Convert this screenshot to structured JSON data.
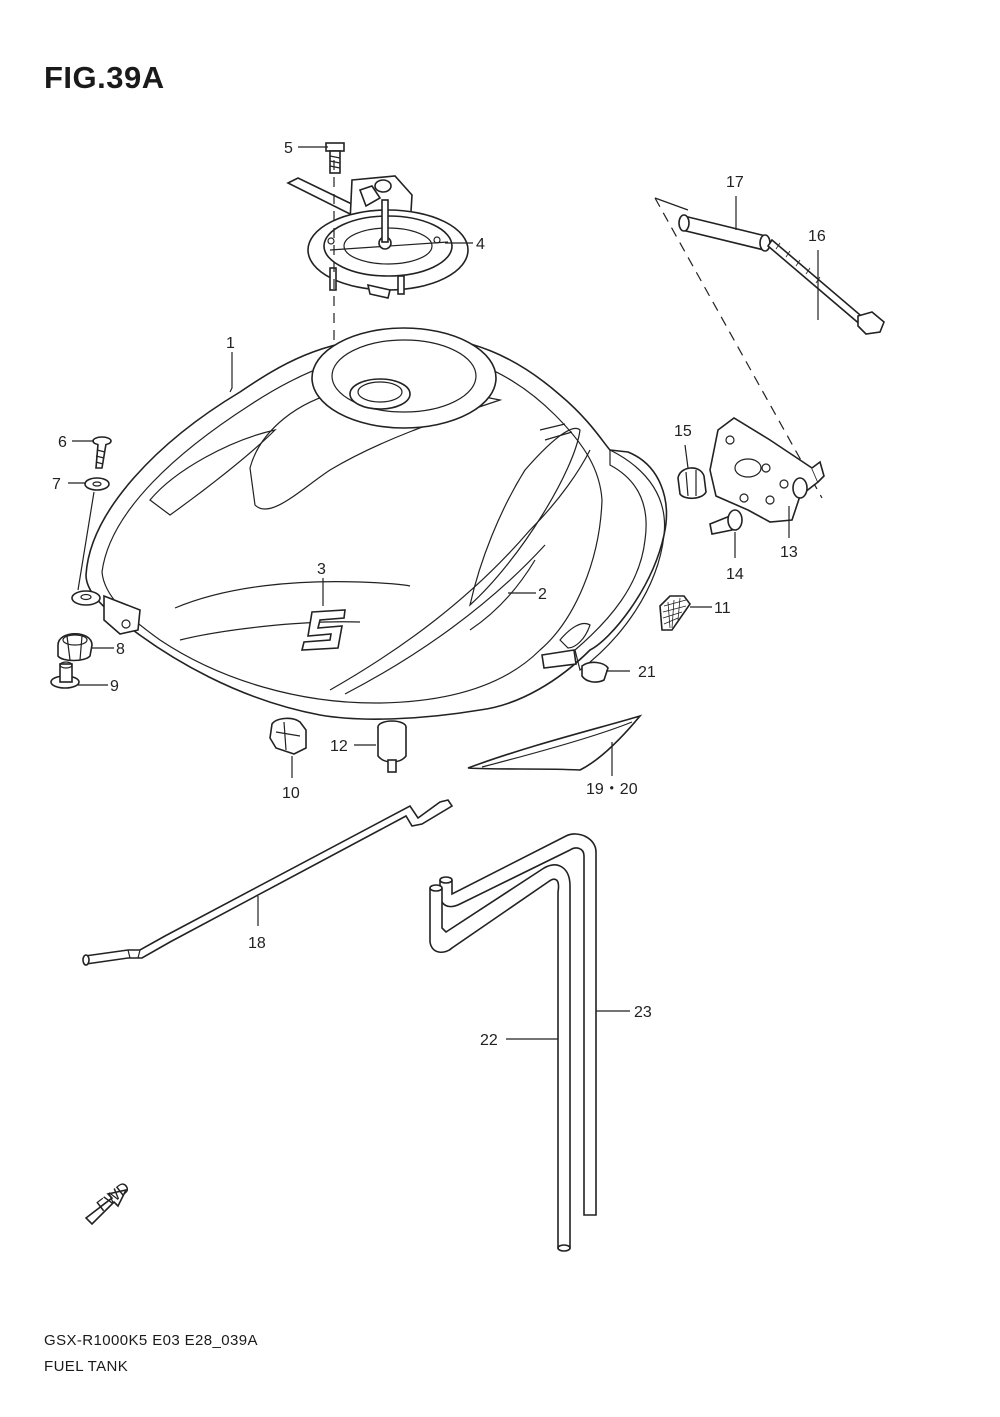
{
  "figure": {
    "title": "FIG.39A",
    "code": "GSX-R1000K5 E03 E28_039A",
    "name": "FUEL TANK",
    "fwd_label": "FWD"
  },
  "callouts": [
    {
      "id": "1",
      "label": "1",
      "part": "fuel-tank"
    },
    {
      "id": "2",
      "label": "2",
      "part": "emblem-side"
    },
    {
      "id": "3",
      "label": "3",
      "part": "emblem-s"
    },
    {
      "id": "4",
      "label": "4",
      "part": "fuel-cap-assy"
    },
    {
      "id": "5",
      "label": "5",
      "part": "cap-bolt"
    },
    {
      "id": "6",
      "label": "6",
      "part": "screw"
    },
    {
      "id": "7",
      "label": "7",
      "part": "washer"
    },
    {
      "id": "8",
      "label": "8",
      "part": "cushion"
    },
    {
      "id": "9",
      "label": "9",
      "part": "collar"
    },
    {
      "id": "10",
      "label": "10",
      "part": "cushion"
    },
    {
      "id": "11",
      "label": "11",
      "part": "pad"
    },
    {
      "id": "12",
      "label": "12",
      "part": "cushion"
    },
    {
      "id": "13",
      "label": "13",
      "part": "bracket"
    },
    {
      "id": "14",
      "label": "14",
      "part": "bolt"
    },
    {
      "id": "15",
      "label": "15",
      "part": "cushion"
    },
    {
      "id": "16",
      "label": "16",
      "part": "bolt"
    },
    {
      "id": "17",
      "label": "17",
      "part": "spacer"
    },
    {
      "id": "18",
      "label": "18",
      "part": "rod"
    },
    {
      "id": "19-20",
      "label": "19・20",
      "part": "pad"
    },
    {
      "id": "21",
      "label": "21",
      "part": "cushion"
    },
    {
      "id": "22",
      "label": "22",
      "part": "hose"
    },
    {
      "id": "23",
      "label": "23",
      "part": "hose"
    }
  ]
}
